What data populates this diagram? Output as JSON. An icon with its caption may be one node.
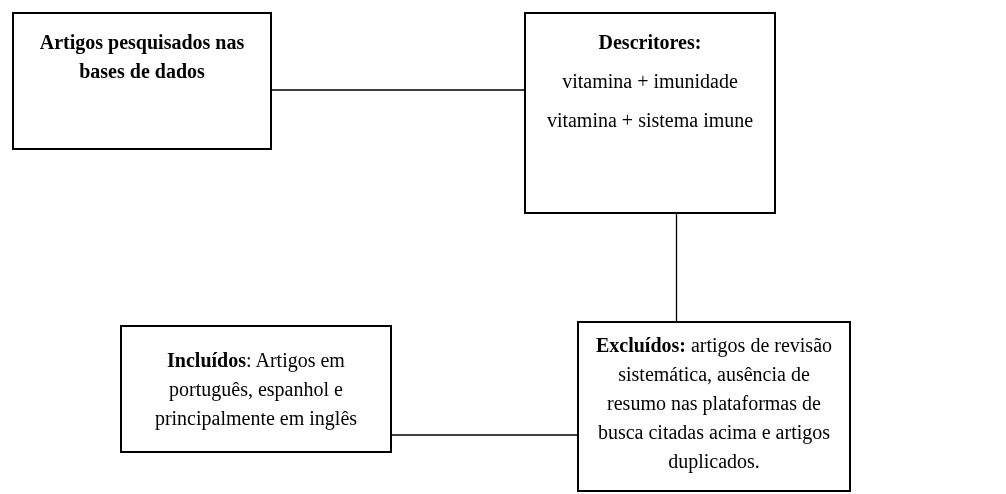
{
  "diagram": {
    "nodes": [
      {
        "text": [
          "Artigos pesquisados nas bases de dados"
        ]
      },
      {
        "text": [
          "Descritores:",
          "vitamina + imunidade",
          "vitamina + sistema imune"
        ]
      },
      {
        "text": [
          "**Incluídos**: Artigos em português, espanhol e principalmente em inglês"
        ]
      },
      {
        "text": [
          "**Excluídos:** artigos de revisão sistemática, ausência de resumo nas plataformas de busca citadas acima e artigos duplicados."
        ]
      }
    ],
    "edges": [
      {
        "from": 0,
        "to": 1,
        "arrow": "none"
      },
      {
        "from": 1,
        "to": 3,
        "arrow": "none"
      },
      {
        "from": 2,
        "to": 3,
        "arrow": "none"
      }
    ]
  }
}
